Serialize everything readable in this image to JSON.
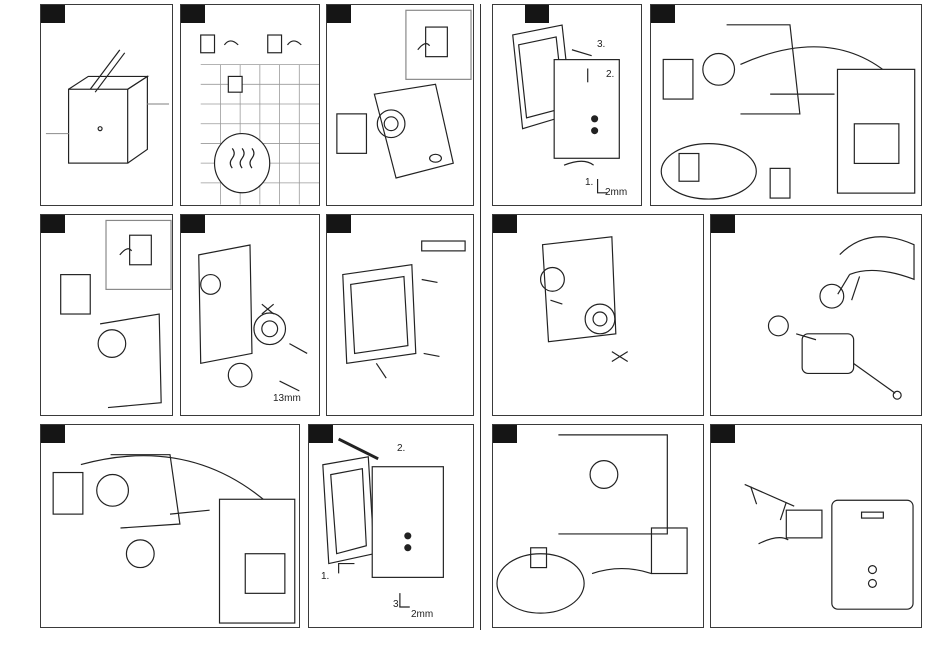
{
  "labels": {
    "p4_step1": "1.",
    "p4_step2": "2.",
    "p4_step3": "3.",
    "p4_tool": "2mm",
    "p11_step1": "1.",
    "p11_step2": "2.",
    "p11_step3": "3.",
    "p11_tool": "2mm",
    "p7_tool": "13mm"
  },
  "icons": [
    "info-icon",
    "installer-icon"
  ],
  "colors": {
    "line": "#222222",
    "panel_border": "#3a3a3a",
    "tab": "#151515",
    "grid": "#9a9a9a"
  }
}
